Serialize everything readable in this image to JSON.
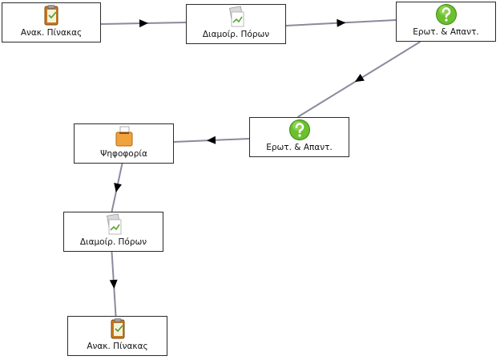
{
  "nodes": [
    {
      "id": "n1",
      "label": "Ανακ. Πίνακας",
      "icon": "clipboard-icon",
      "fill": "tan"
    },
    {
      "id": "n2",
      "label": "Διαμοίρ. Πόρων",
      "icon": "document-share-icon",
      "fill": "tan"
    },
    {
      "id": "n3",
      "label": "Ερωτ. & Απαντ.",
      "icon": "question-icon",
      "fill": "green"
    },
    {
      "id": "n4",
      "label": "Ερωτ. & Απαντ.",
      "icon": "question-icon",
      "fill": "green"
    },
    {
      "id": "n5",
      "label": "Ψηφοφορία",
      "icon": "ballot-box-icon",
      "fill": "green"
    },
    {
      "id": "n6",
      "label": "Διαμοίρ. Πόρων",
      "icon": "document-share-icon",
      "fill": "tan"
    },
    {
      "id": "n7",
      "label": "Ανακ. Πίνακας",
      "icon": "clipboard-icon",
      "fill": "tan"
    }
  ],
  "edges": [
    {
      "from": "n1",
      "to": "n2"
    },
    {
      "from": "n2",
      "to": "n3"
    },
    {
      "from": "n3",
      "to": "n4"
    },
    {
      "from": "n4",
      "to": "n5"
    },
    {
      "from": "n5",
      "to": "n6"
    },
    {
      "from": "n6",
      "to": "n7"
    }
  ],
  "colors": {
    "edge": "#8a8a9e",
    "arrow": "#000000",
    "tan_fill": "#fdf1cf",
    "green_fill": "#eaf5c5",
    "border": "#2b2b2b"
  }
}
